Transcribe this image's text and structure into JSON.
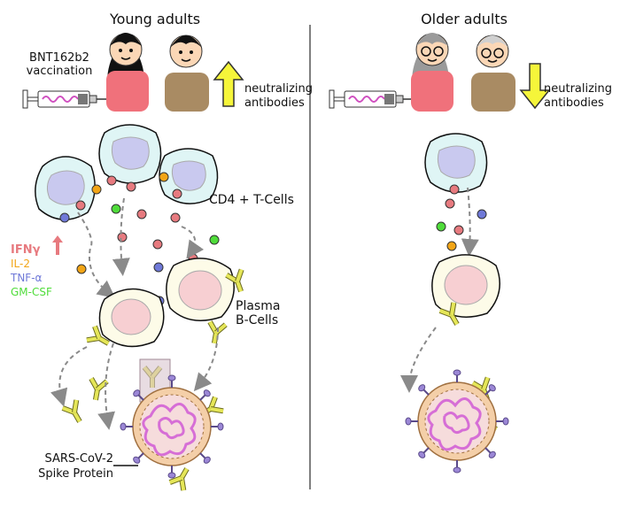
{
  "left_panel": {
    "title": "Young adults",
    "vaccine_label_line1": "BNT162b2",
    "vaccine_label_line2": "vaccination",
    "antibody_label_line1": "neutralizing",
    "antibody_label_line2": "antibodies",
    "antibody_trend": "up",
    "tcell_label": "CD4 + T-Cells",
    "bcell_label_line1": "Plasma",
    "bcell_label_line2": "B-Cells",
    "virus_label_line1": "SARS-CoV-2",
    "virus_label_line2": "Spike Protein"
  },
  "right_panel": {
    "title": "Older adults",
    "antibody_label_line1": "neutralizing",
    "antibody_label_line2": "antibodies",
    "antibody_trend": "down"
  },
  "cytokine_legend": [
    {
      "label": "IFNγ",
      "color": "#e77a7f",
      "emphasis": "up-arrow"
    },
    {
      "label": "IL-2",
      "color": "#f2a516"
    },
    {
      "label": "TNF-α",
      "color": "#6f79d8"
    },
    {
      "label": "GM-CSF",
      "color": "#4fdc3a"
    }
  ],
  "colors": {
    "tcell_fill": "#dff5f5",
    "tcell_nucleus": "#c9c9ef",
    "bcell_fill": "#fdfbe8",
    "bcell_nucleus": "#f7cfd2",
    "antibody": "#e5e658",
    "virus_shell": "#f4cfa8",
    "virus_inner": "#f6dcdc",
    "rna": "#d66ed6",
    "spike": "#9b87d6",
    "arrow_up": "#f5f53a",
    "divider": "#555555"
  }
}
